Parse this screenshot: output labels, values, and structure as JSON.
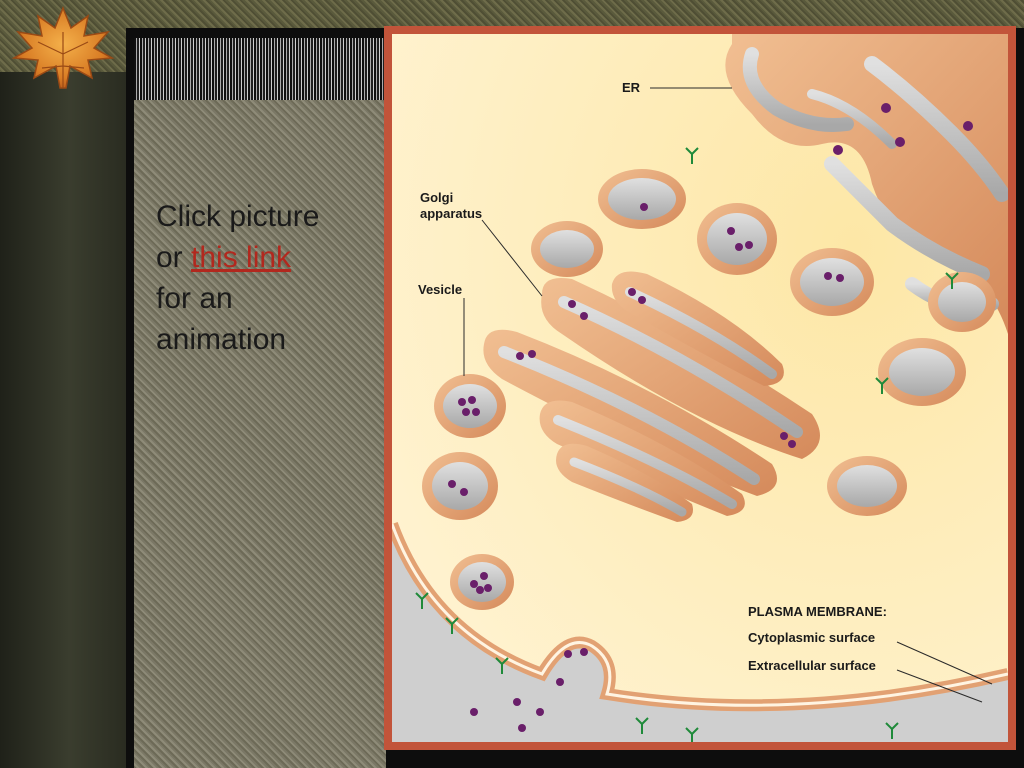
{
  "caption": {
    "line1": "Click picture",
    "line2_prefix": "or ",
    "link_text": "this link",
    "line3": "for an",
    "line4": "animation"
  },
  "figure": {
    "labels": {
      "er": "ER",
      "golgi_line1": "Golgi",
      "golgi_line2": "apparatus",
      "vesicle": "Vesicle",
      "plasma_membrane": "PLASMA MEMBRANE:",
      "cytoplasmic": "Cytoplasmic surface",
      "extracellular": "Extracellular surface"
    }
  },
  "colors": {
    "frame": "#c2543a",
    "cytoplasm": "#fce9b0",
    "membrane": "#e8a878",
    "lumen": "#c9c9c9",
    "cargo": "#6a1f6a",
    "receptor": "#1f8a3a",
    "link": "#b2281e"
  },
  "icons": {
    "decoration": "maple-leaf-icon"
  }
}
